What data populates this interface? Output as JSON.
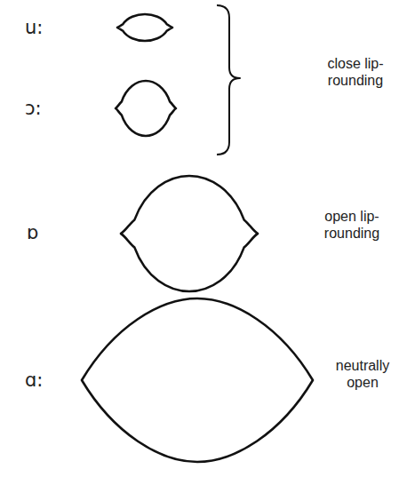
{
  "diagram": {
    "labels": [
      "u:",
      "ɔ:",
      "close lip-rounding",
      "ɒ",
      "open lip-rounding",
      "ɑ:",
      "neutrally open"
    ]
  }
}
